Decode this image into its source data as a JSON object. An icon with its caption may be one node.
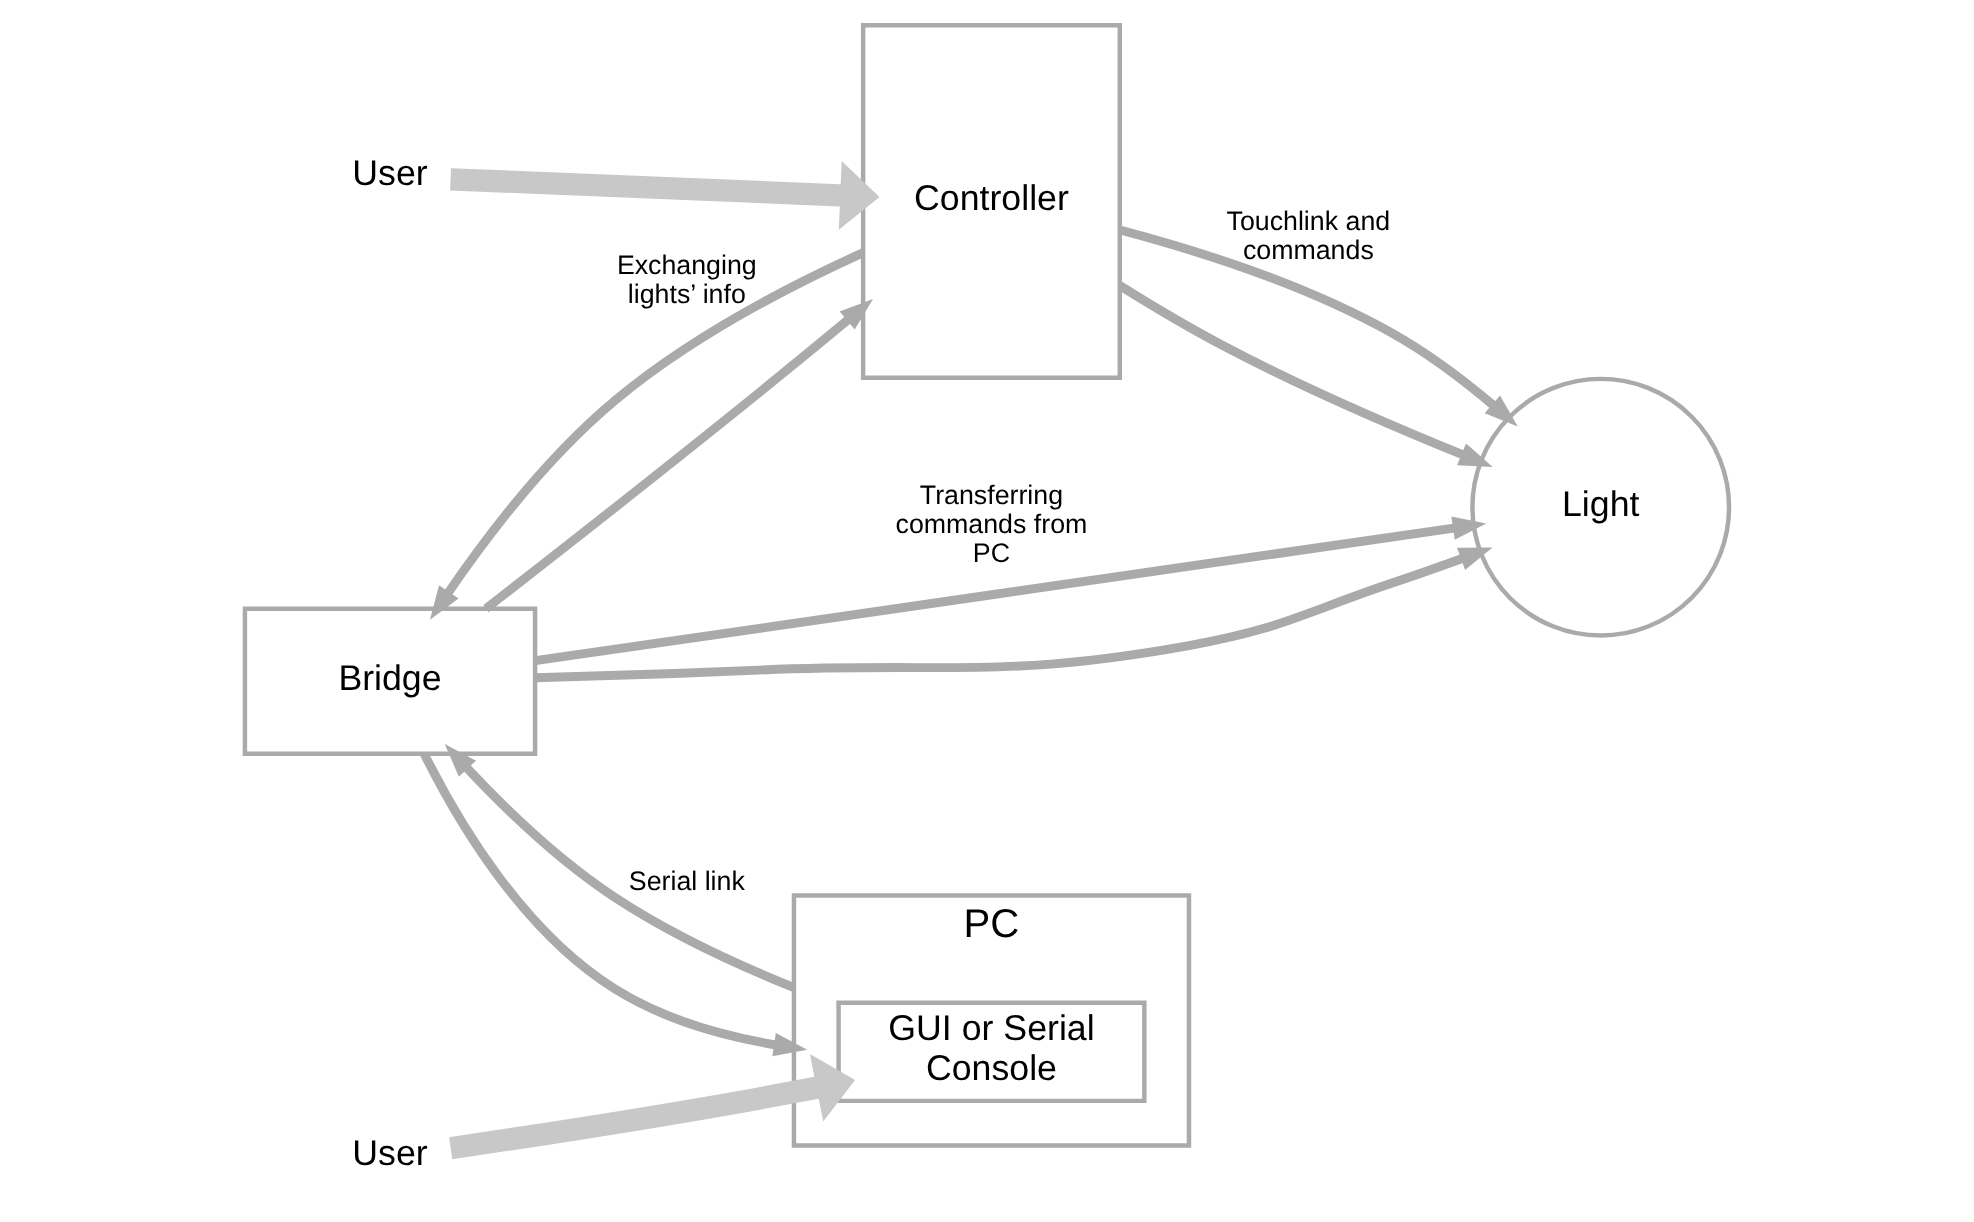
{
  "diagram": {
    "nodes": [
      {
        "text": [
          "Light"
        ]
      },
      {
        "text": [
          "Bridge"
        ]
      },
      {
        "text": [
          "PC"
        ]
      },
      {
        "text": [
          "GUI or Serial Console"
        ],
        "in": 2
      },
      {
        "text": [
          "Controller"
        ]
      },
      {
        "text": [
          "User"
        ]
      },
      {
        "text": [
          "User"
        ]
      }
    ],
    "edges": [
      {
        "from": 1,
        "to": 0,
        "arrow": "to",
        "label": "Transferring commands from PC"
      },
      {
        "from": 1,
        "to": 0,
        "arrow": "to"
      },
      {
        "from": 4,
        "to": 0,
        "arrow": "to",
        "label": "Touchlink and commands"
      },
      {
        "from": 4,
        "to": 0,
        "arrow": "to"
      },
      {
        "from": 1,
        "to": 4,
        "arrow": "to"
      },
      {
        "from": 4,
        "to": 1,
        "arrow": "to",
        "label": "Exchanging lights’ info"
      },
      {
        "from": 2,
        "to": 1,
        "arrow": "to",
        "label": "Serial link"
      },
      {
        "from": 1,
        "to": 2,
        "arrow": "to"
      },
      {
        "from": 5,
        "to": 4,
        "arrow": "to",
        "style": "thick"
      },
      {
        "from": 6,
        "to": 3,
        "arrow": "to",
        "style": "thick"
      }
    ]
  }
}
